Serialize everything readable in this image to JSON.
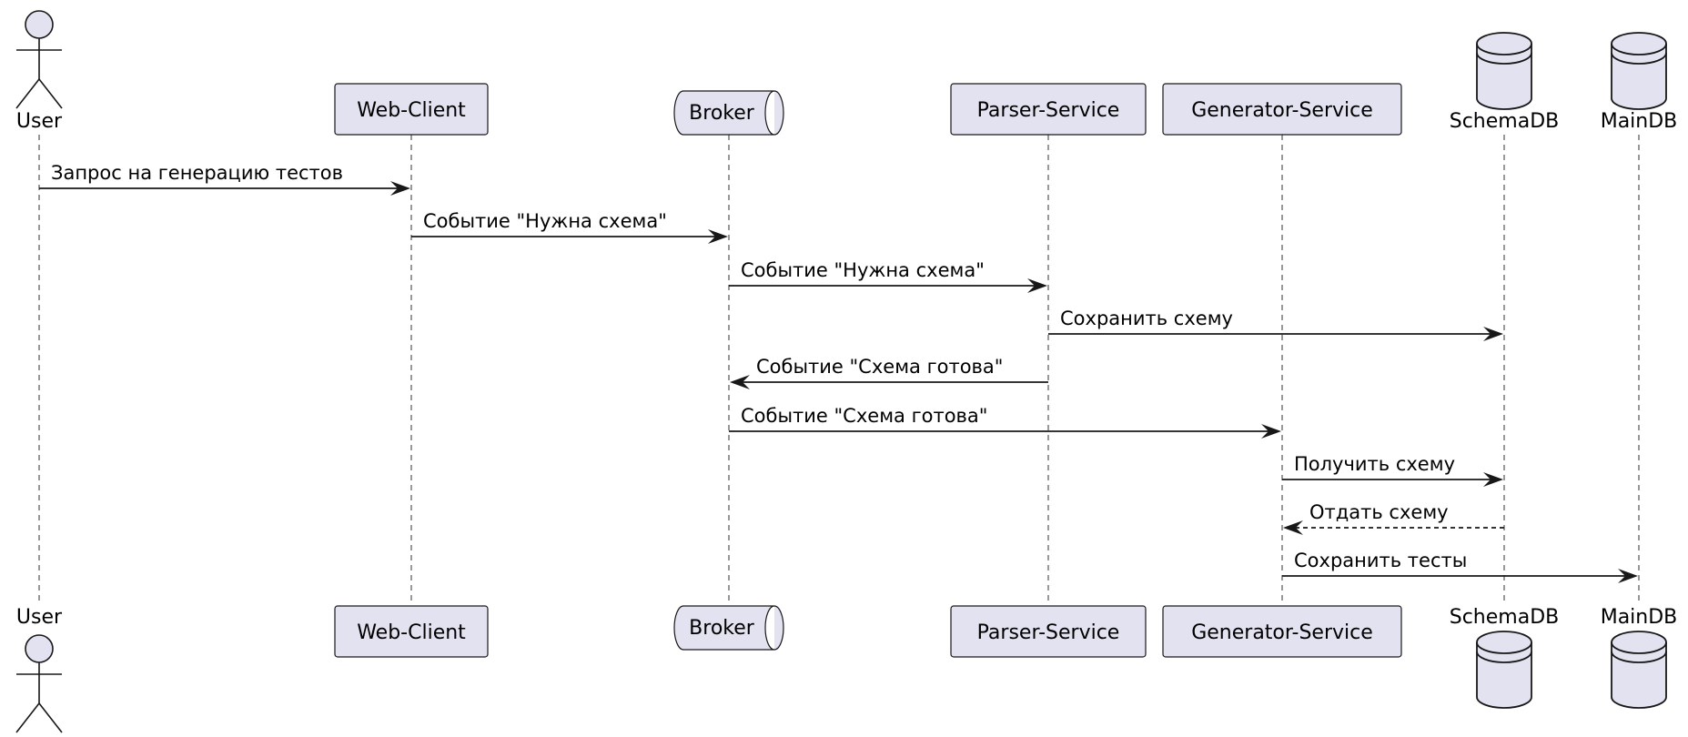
{
  "participants": [
    {
      "id": "user",
      "kind": "actor",
      "label": "User"
    },
    {
      "id": "web",
      "kind": "box",
      "label": "Web-Client"
    },
    {
      "id": "broker",
      "kind": "queue",
      "label": "Broker"
    },
    {
      "id": "parser",
      "kind": "box",
      "label": "Parser-Service"
    },
    {
      "id": "generator",
      "kind": "box",
      "label": "Generator-Service"
    },
    {
      "id": "schemadb",
      "kind": "database",
      "label": "SchemaDB"
    },
    {
      "id": "maindb",
      "kind": "database",
      "label": "MainDB"
    }
  ],
  "messages": [
    {
      "from": "user",
      "to": "web",
      "label": "Запрос на генерацию тестов",
      "style": "solid"
    },
    {
      "from": "web",
      "to": "broker",
      "label": "Событие \"Нужна схема\"",
      "style": "solid"
    },
    {
      "from": "broker",
      "to": "parser",
      "label": "Событие \"Нужна схема\"",
      "style": "solid"
    },
    {
      "from": "parser",
      "to": "schemadb",
      "label": "Сохранить схему",
      "style": "solid"
    },
    {
      "from": "parser",
      "to": "broker",
      "label": "Событие \"Схема готова\"",
      "style": "solid"
    },
    {
      "from": "broker",
      "to": "generator",
      "label": "Событие \"Схема готова\"",
      "style": "solid"
    },
    {
      "from": "generator",
      "to": "schemadb",
      "label": "Получить схему",
      "style": "solid"
    },
    {
      "from": "schemadb",
      "to": "generator",
      "label": "Отдать схему",
      "style": "dashed"
    },
    {
      "from": "generator",
      "to": "maindb",
      "label": "Сохранить тесты",
      "style": "solid"
    }
  ],
  "colors": {
    "participant_fill": "#E2E2F0",
    "stroke": "#181818",
    "lifeline": "#555555"
  }
}
